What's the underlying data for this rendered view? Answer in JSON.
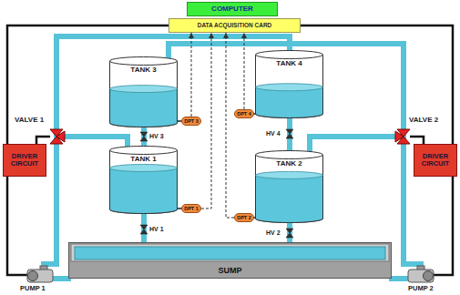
{
  "diagram": {
    "nodes": [
      {
        "text": [
          "COMPUTER"
        ]
      },
      {
        "text": [
          "DATA ACQUISITION CARD"
        ]
      },
      {
        "text": [
          "TANK 3"
        ]
      },
      {
        "text": [
          "TANK 4"
        ]
      },
      {
        "text": [
          "DPT 3"
        ]
      },
      {
        "text": [
          "DPT 4"
        ]
      },
      {
        "text": [
          "TANK 1"
        ]
      },
      {
        "text": [
          "TANK 2"
        ]
      },
      {
        "text": [
          "DRIVER CIRCUIT"
        ]
      },
      {
        "text": [
          "DRIVER CIRCUIT"
        ]
      },
      {
        "text": [
          "DPT 1"
        ]
      },
      {
        "text": [
          "DPT 2"
        ]
      },
      {
        "text": [
          "SUMP"
        ]
      }
    ],
    "edges": [
      {
        "from": 4,
        "to": 1,
        "arrow": "to"
      },
      {
        "from": 5,
        "to": 1,
        "arrow": "to"
      },
      {
        "from": 10,
        "to": 1,
        "arrow": "to"
      },
      {
        "from": 11,
        "to": 1,
        "arrow": "to"
      },
      {
        "from": 1,
        "to": 8,
        "arrow": "none"
      },
      {
        "from": 1,
        "to": 9,
        "arrow": "none"
      }
    ],
    "labels": [
      "VALVE 1",
      "VALVE 2",
      "HV 3",
      "HV 4",
      "HV 1",
      "HV 2",
      "PUMP 1",
      "PUMP 2"
    ]
  }
}
